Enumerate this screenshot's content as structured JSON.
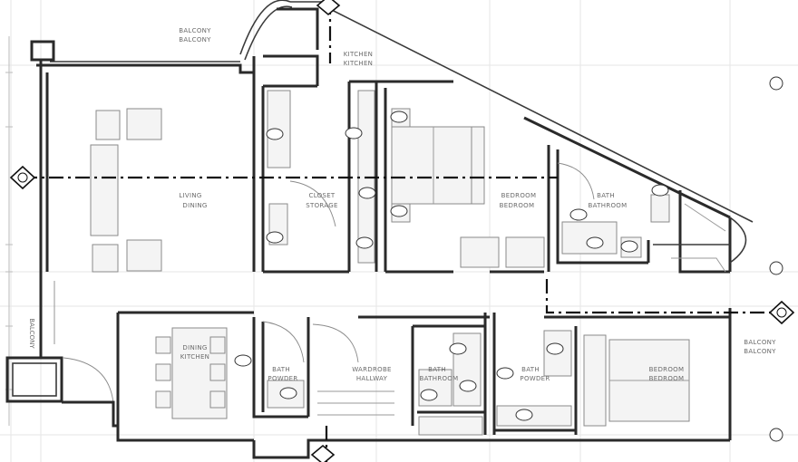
{
  "rooms": {
    "balcony": {
      "name": "BALCONY",
      "area": "BALCONY"
    },
    "kitchen": {
      "name": "KITCHEN",
      "area": "KITCHEN"
    },
    "living": {
      "name": "LIVING",
      "area": "DINING"
    },
    "closet": {
      "name": "CLOSET",
      "area": "STORAGE"
    },
    "bedroom1": {
      "name": "BEDROOM",
      "area": "BEDROOM"
    },
    "bath1": {
      "name": "BATH",
      "area": "BATHROOM"
    },
    "dining": {
      "name": "DINING",
      "area": "KITCHEN"
    },
    "bath2": {
      "name": "BATH",
      "area": "POWDER"
    },
    "wardrobe": {
      "name": "WARDROBE",
      "area": "HALLWAY"
    },
    "bath3": {
      "name": "BATH",
      "area": "BATHROOM"
    },
    "toilet": {
      "name": "BATH",
      "area": "POWDER"
    },
    "bedroom2": {
      "name": "BEDROOM",
      "area": "BEDROOM"
    },
    "balcony2": {
      "name": "BALCONY",
      "area": "BALCONY"
    }
  },
  "vertical_note": "BALCONY",
  "colors": {
    "wall": "#2a2a2a",
    "grid": "#e6e6e6",
    "section_line": "#111111"
  }
}
